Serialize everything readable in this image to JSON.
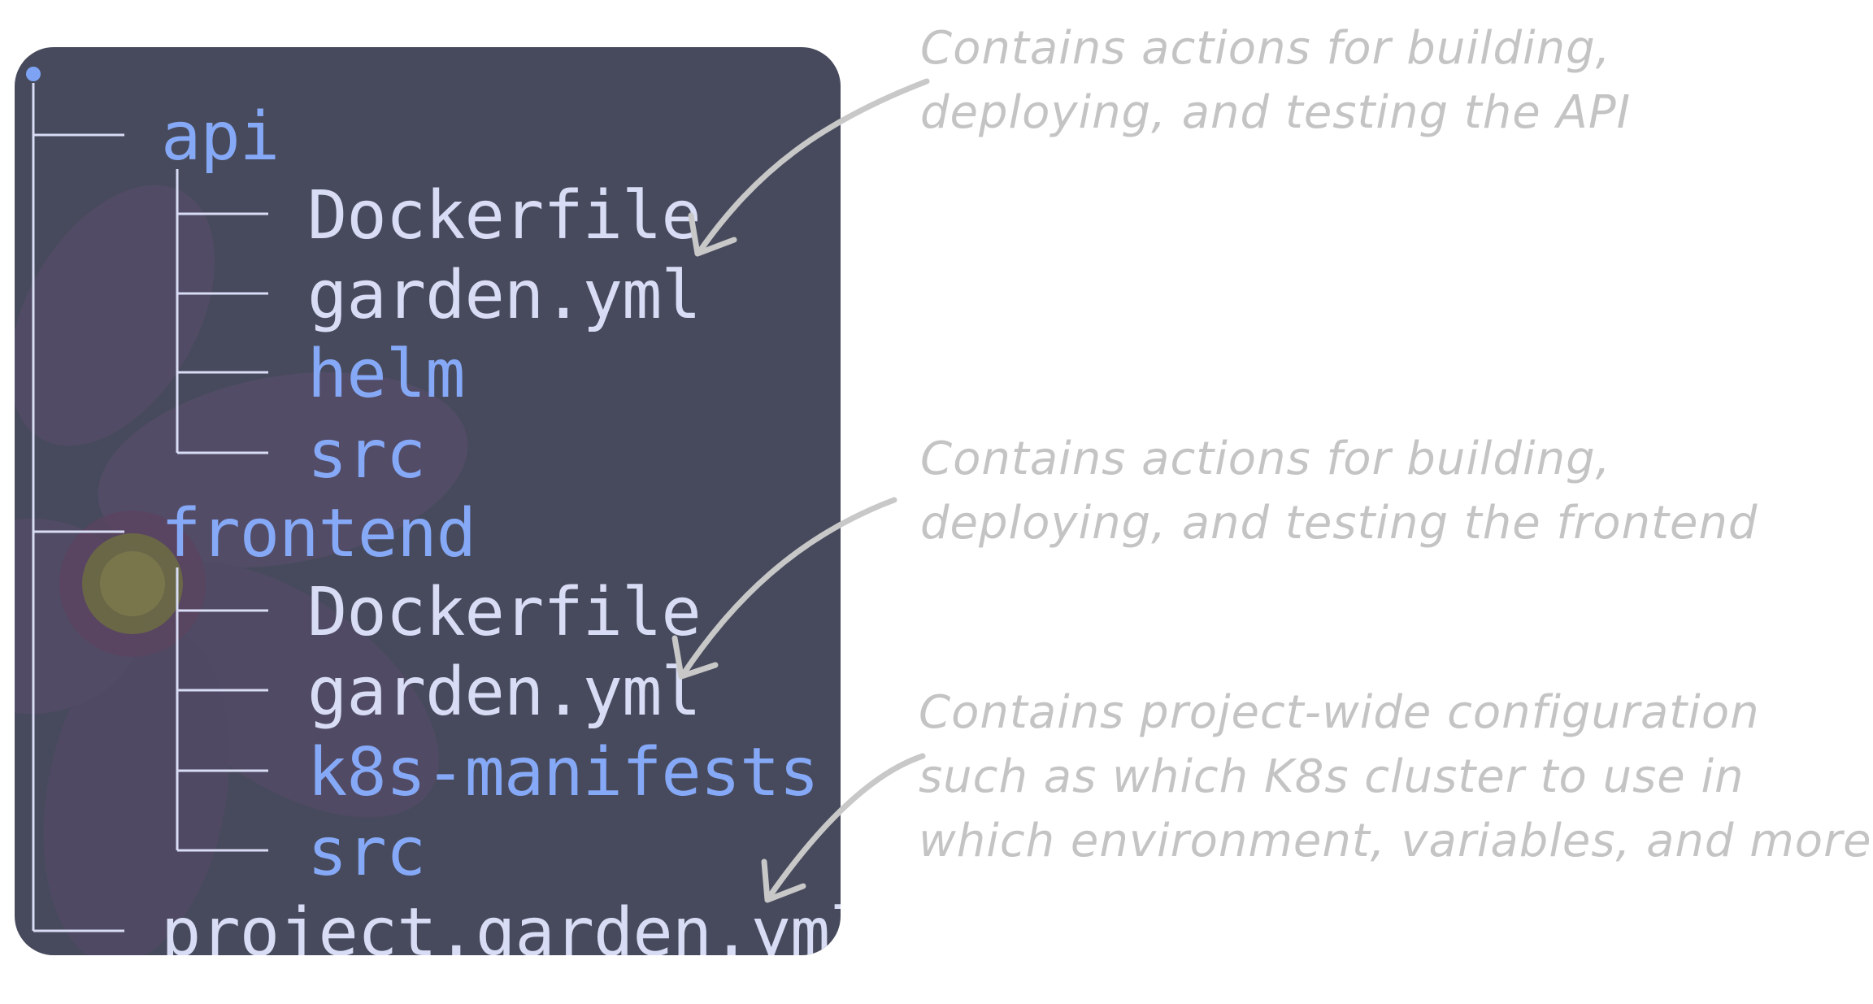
{
  "tree": {
    "entries": [
      {
        "name": "api",
        "kind": "dir"
      },
      {
        "name": "Dockerfile",
        "kind": "file"
      },
      {
        "name": "garden.yml",
        "kind": "file"
      },
      {
        "name": "helm",
        "kind": "dir"
      },
      {
        "name": "src",
        "kind": "dir"
      },
      {
        "name": "frontend",
        "kind": "dir"
      },
      {
        "name": "Dockerfile",
        "kind": "file"
      },
      {
        "name": "garden.yml",
        "kind": "file"
      },
      {
        "name": "k8s-manifests",
        "kind": "dir"
      },
      {
        "name": "src",
        "kind": "dir"
      },
      {
        "name": "project.garden.yml",
        "kind": "file"
      }
    ]
  },
  "annotations": [
    {
      "lines": [
        "Contains actions for building,",
        "deploying, and testing the API"
      ]
    },
    {
      "lines": [
        "Contains actions for building,",
        "deploying, and testing the frontend"
      ]
    },
    {
      "lines": [
        "Contains project-wide configuration",
        "such as which K8s cluster to use in",
        "which environment, variables, and more"
      ]
    }
  ],
  "colors": {
    "panel_bg": "#474a5c",
    "directory": "#86a9f7",
    "file": "#d8dcf4",
    "annotation_text": "#c4c4c4",
    "arrow": "#c8c8c8"
  }
}
